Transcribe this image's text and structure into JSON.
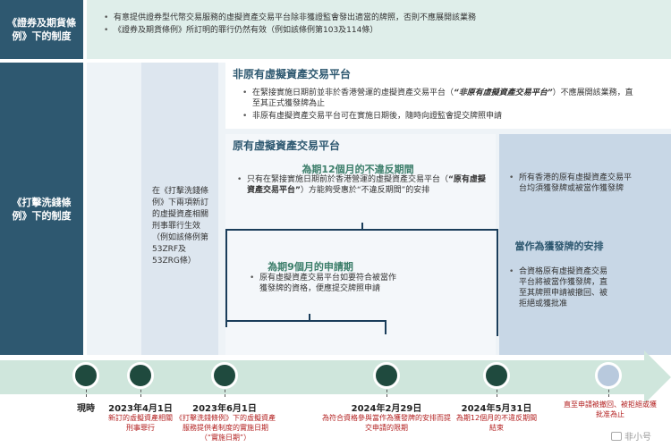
{
  "left_labels": {
    "securities_ordinance": "《證券及期貨條例》下的制度",
    "amlo": "《打擊洗錢條例》下的制度"
  },
  "top_bullets": [
    "有意提供證券型代幣交易服務的虛擬資產交易平台除非獲證監會發出適當的牌照，否則不應展開該業務",
    "《證券及期貨條例》所訂明的罪行仍然有效（例如該條例第103及114條）"
  ],
  "non_existing": {
    "title": "非原有虛擬資產交易平台",
    "bullet1_pre": "在緊接實施日期前並非於香港營運的虛擬資產交易平台（",
    "bullet1_em": "“非原有虛擬資產交易平台”",
    "bullet1_post": "）不應展開該業務，直至其正式獲發牌為止",
    "bullet2": "非原有虛擬資產交易平台可在實施日期後，隨時向證監會提交牌照申請"
  },
  "new_offences": {
    "text": "在《打擊洗錢條例》下兩項新訂的虛擬資產相關刑事罪行生效（例如該條例第53ZRF及53ZRG條）"
  },
  "existing": {
    "title": "原有虛擬資產交易平台",
    "non_contravention_title": "為期12個月的不違反期間",
    "non_contravention_pre": "只有在緊接實施日期前於香港營運的虛擬資產交易平台（",
    "non_contravention_em": "“原有虛擬資產交易平台”",
    "non_contravention_post": "）方能夠受惠於“不違反期間”的安排",
    "application_title": "為期9個月的申請期",
    "application_text": "原有虛擬資產交易平台如要符合被當作獲發牌的資格，便應提交牌照申請"
  },
  "right_panel": {
    "bullet_top": "所有香港的原有虛擬資產交易平台均須獲發牌或被當作獲發牌",
    "deemed_title": "當作為獲發牌的安排",
    "deemed_text": "合資格原有虛擬資產交易平台將被當作獲發牌，直至其牌照申請被撤回、被拒絕或獲批准"
  },
  "timeline": [
    {
      "date": "現時",
      "desc": ""
    },
    {
      "date": "2023年4月1日",
      "desc": "新訂的虛擬資產相關刑事罪行"
    },
    {
      "date": "2023年6月1日",
      "desc": "《打擊洗錢條例》下的虛擬資產服務提供者制度的實施日期（“實施日期”）"
    },
    {
      "date": "2024年2月29日",
      "desc": "為符合資格參與當作為獲發牌的安排而提交申請的限期"
    },
    {
      "date": "2024年5月31日",
      "desc": "為期12個月的不違反期間結束"
    },
    {
      "date": "",
      "desc": "直至申請被撤回、被拒絕或獲批准為止"
    }
  ],
  "watermark": "非小号",
  "colors": {
    "dark_blue": "#2e5870",
    "band_green": "#dfeeea",
    "timeline_green": "#cfe6dc",
    "node_dark": "#1f4a3e",
    "desc_red": "#b21e1e"
  }
}
